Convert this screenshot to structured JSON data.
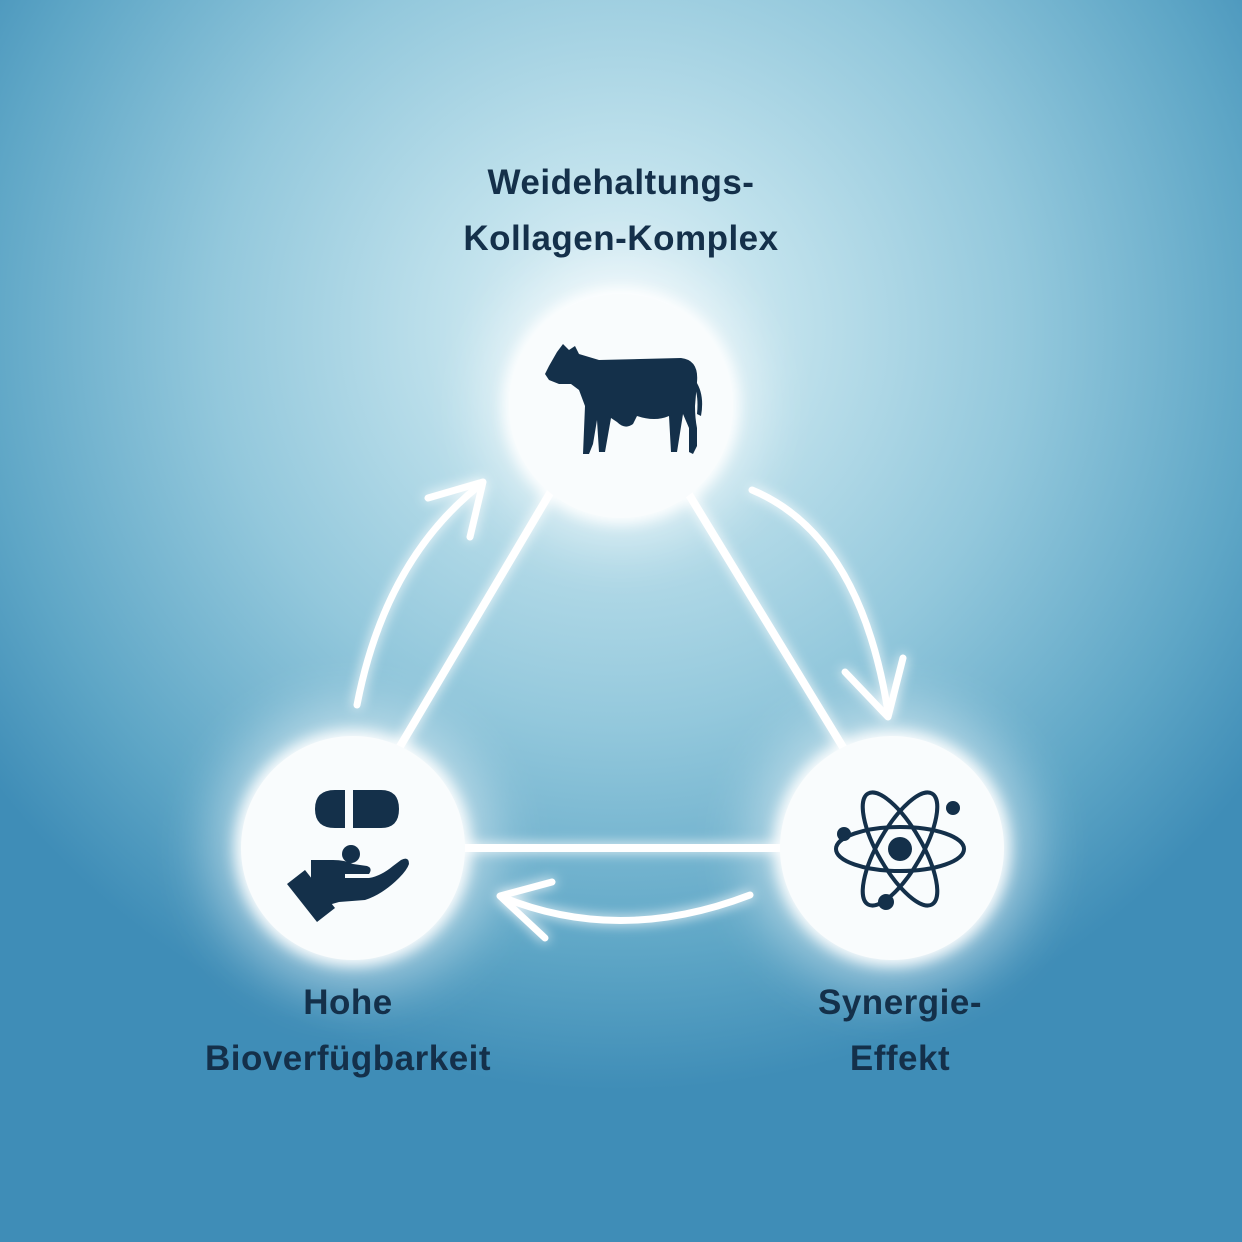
{
  "nodes": {
    "top": {
      "title_lines": [
        "Weidehaltungs-",
        "Kollagen-Komplex"
      ],
      "icon": "cow-icon"
    },
    "left": {
      "title_lines": [
        "Hohe",
        "Bioverfügbarkeit"
      ],
      "icon": "hand-capsule-icon"
    },
    "right": {
      "title_lines": [
        "Synergie-",
        "Effekt"
      ],
      "icon": "atom-icon"
    }
  },
  "colors": {
    "text": "#14304a",
    "icon": "#14304a",
    "lines": "#ffffff",
    "background_light": "#e6f4f9",
    "background_dark": "#3f8db7"
  }
}
